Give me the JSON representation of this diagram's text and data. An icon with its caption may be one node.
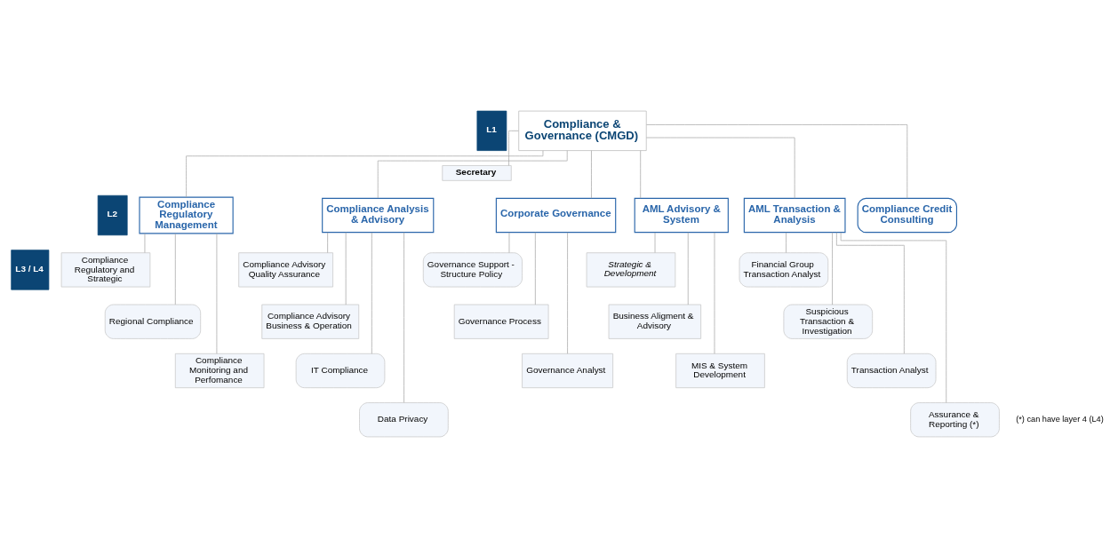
{
  "diagram": {
    "nodes": [
      {
        "text": [
          "L1"
        ]
      },
      {
        "text": [
          "L2"
        ]
      },
      {
        "text": [
          "L3 / L4"
        ]
      },
      {
        "text": [
          "Compliance & Governance (CMGD)"
        ]
      },
      {
        "text": [
          "Secretary"
        ]
      },
      {
        "text": [
          "Compliance Regulatory Management"
        ]
      },
      {
        "text": [
          "Compliance Analysis & Advisory"
        ]
      },
      {
        "text": [
          "Corporate Governance"
        ]
      },
      {
        "text": [
          "AML Advisory & System"
        ]
      },
      {
        "text": [
          "AML Transaction & Analysis"
        ]
      },
      {
        "text": [
          "Compliance Credit Consulting"
        ]
      },
      {
        "text": [
          "Compliance Regulatory and Strategic"
        ]
      },
      {
        "text": [
          "Regional Compliance"
        ]
      },
      {
        "text": [
          "Compliance Monitoring and Perfomance"
        ]
      },
      {
        "text": [
          "Compliance Advisory Quality Assurance"
        ]
      },
      {
        "text": [
          "Compliance Advisory Business & Operation"
        ]
      },
      {
        "text": [
          "IT Compliance"
        ]
      },
      {
        "text": [
          "Data Privacy"
        ]
      },
      {
        "text": [
          "Governance Support - Structure Policy"
        ]
      },
      {
        "text": [
          "Governance Process"
        ]
      },
      {
        "text": [
          "Governance Analyst"
        ]
      },
      {
        "text": [
          "Strategic & Development"
        ]
      },
      {
        "text": [
          "Business Aligment & Advisory"
        ]
      },
      {
        "text": [
          "MIS & System Development"
        ]
      },
      {
        "text": [
          "Financial Group Transaction Analyst"
        ]
      },
      {
        "text": [
          "Suspicious Transaction & Investigation"
        ]
      },
      {
        "text": [
          "Transaction Analyst"
        ]
      },
      {
        "text": [
          "Assurance & Reporting (*)"
        ]
      }
    ],
    "edges": [
      {
        "from": 3,
        "to": 4,
        "arrow": "none"
      },
      {
        "from": 3,
        "to": 5,
        "arrow": "none"
      },
      {
        "from": 3,
        "to": 6,
        "arrow": "none"
      },
      {
        "from": 3,
        "to": 7,
        "arrow": "none"
      },
      {
        "from": 3,
        "to": 8,
        "arrow": "none"
      },
      {
        "from": 3,
        "to": 9,
        "arrow": "none"
      },
      {
        "from": 3,
        "to": 10,
        "arrow": "none"
      },
      {
        "from": 5,
        "to": 11,
        "arrow": "none"
      },
      {
        "from": 5,
        "to": 12,
        "arrow": "none"
      },
      {
        "from": 5,
        "to": 13,
        "arrow": "none"
      },
      {
        "from": 6,
        "to": 14,
        "arrow": "none"
      },
      {
        "from": 6,
        "to": 15,
        "arrow": "none"
      },
      {
        "from": 6,
        "to": 16,
        "arrow": "none"
      },
      {
        "from": 6,
        "to": 17,
        "arrow": "none"
      },
      {
        "from": 7,
        "to": 18,
        "arrow": "none"
      },
      {
        "from": 7,
        "to": 19,
        "arrow": "none"
      },
      {
        "from": 7,
        "to": 20,
        "arrow": "none"
      },
      {
        "from": 8,
        "to": 21,
        "arrow": "none"
      },
      {
        "from": 8,
        "to": 22,
        "arrow": "none"
      },
      {
        "from": 8,
        "to": 23,
        "arrow": "none"
      },
      {
        "from": 9,
        "to": 24,
        "arrow": "none"
      },
      {
        "from": 9,
        "to": 25,
        "arrow": "none"
      },
      {
        "from": 9,
        "to": 26,
        "arrow": "none"
      },
      {
        "from": 9,
        "to": 27,
        "arrow": "none"
      }
    ],
    "labels": [
      "(*) can have layer 4 (L4)"
    ]
  }
}
